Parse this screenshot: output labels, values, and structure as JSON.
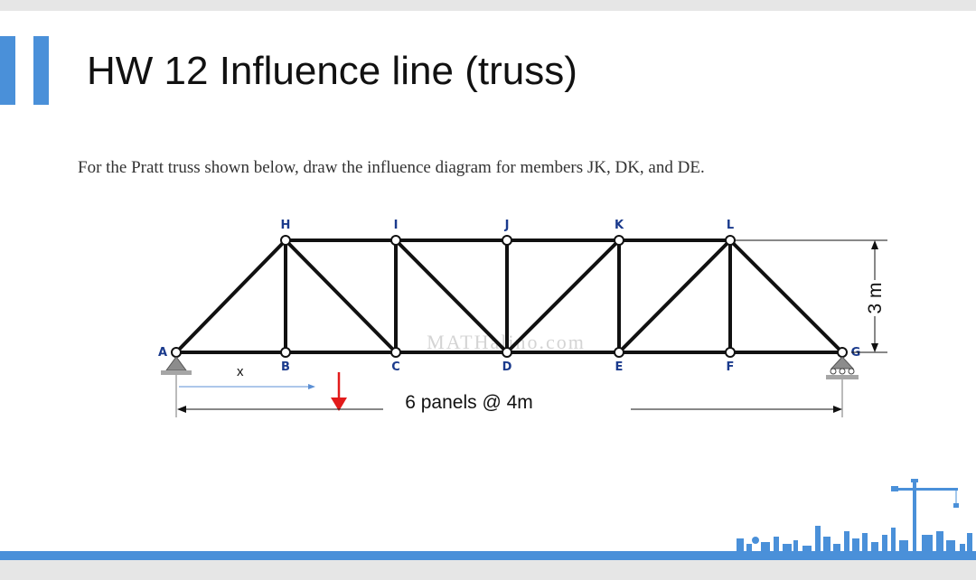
{
  "slide": {
    "title": "HW 12 Influence line (truss)",
    "prompt": "For the Pratt truss shown below, draw the influence diagram for members JK, DK, and DE."
  },
  "truss": {
    "top_nodes": [
      "H",
      "I",
      "J",
      "K",
      "L"
    ],
    "bottom_nodes": [
      "A",
      "B",
      "C",
      "D",
      "E",
      "F",
      "G"
    ],
    "panel_label": "6 panels @ 4m",
    "height_label": "3 m",
    "position_label": "x",
    "watermark": "MATHalino.com",
    "colors": {
      "members": "#111111",
      "node_labels": "#1a3a8c",
      "load_arrow": "#e21b1b",
      "accent": "#4a90d9"
    }
  },
  "icons": [
    "pin-support-icon",
    "roller-support-icon",
    "crane-skyline-icon"
  ]
}
